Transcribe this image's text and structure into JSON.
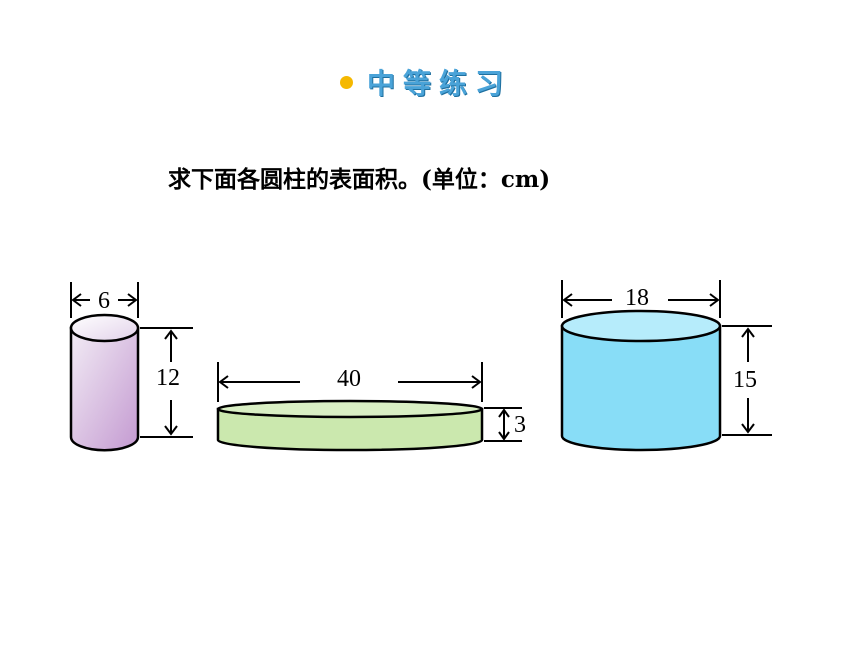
{
  "header": {
    "title": "中等练习",
    "bullet_color": "#f5b800",
    "title_color": "#4aa3d8"
  },
  "question": "求下面各圆柱的表面积。(单位：cm)",
  "cylinders": [
    {
      "diameter_label": "6",
      "height_label": "12",
      "fill": "#d6b6de"
    },
    {
      "diameter_label": "40",
      "height_label": "3",
      "fill": "#cbe8ae"
    },
    {
      "diameter_label": "18",
      "height_label": "15",
      "fill": "#88ddf7"
    }
  ]
}
